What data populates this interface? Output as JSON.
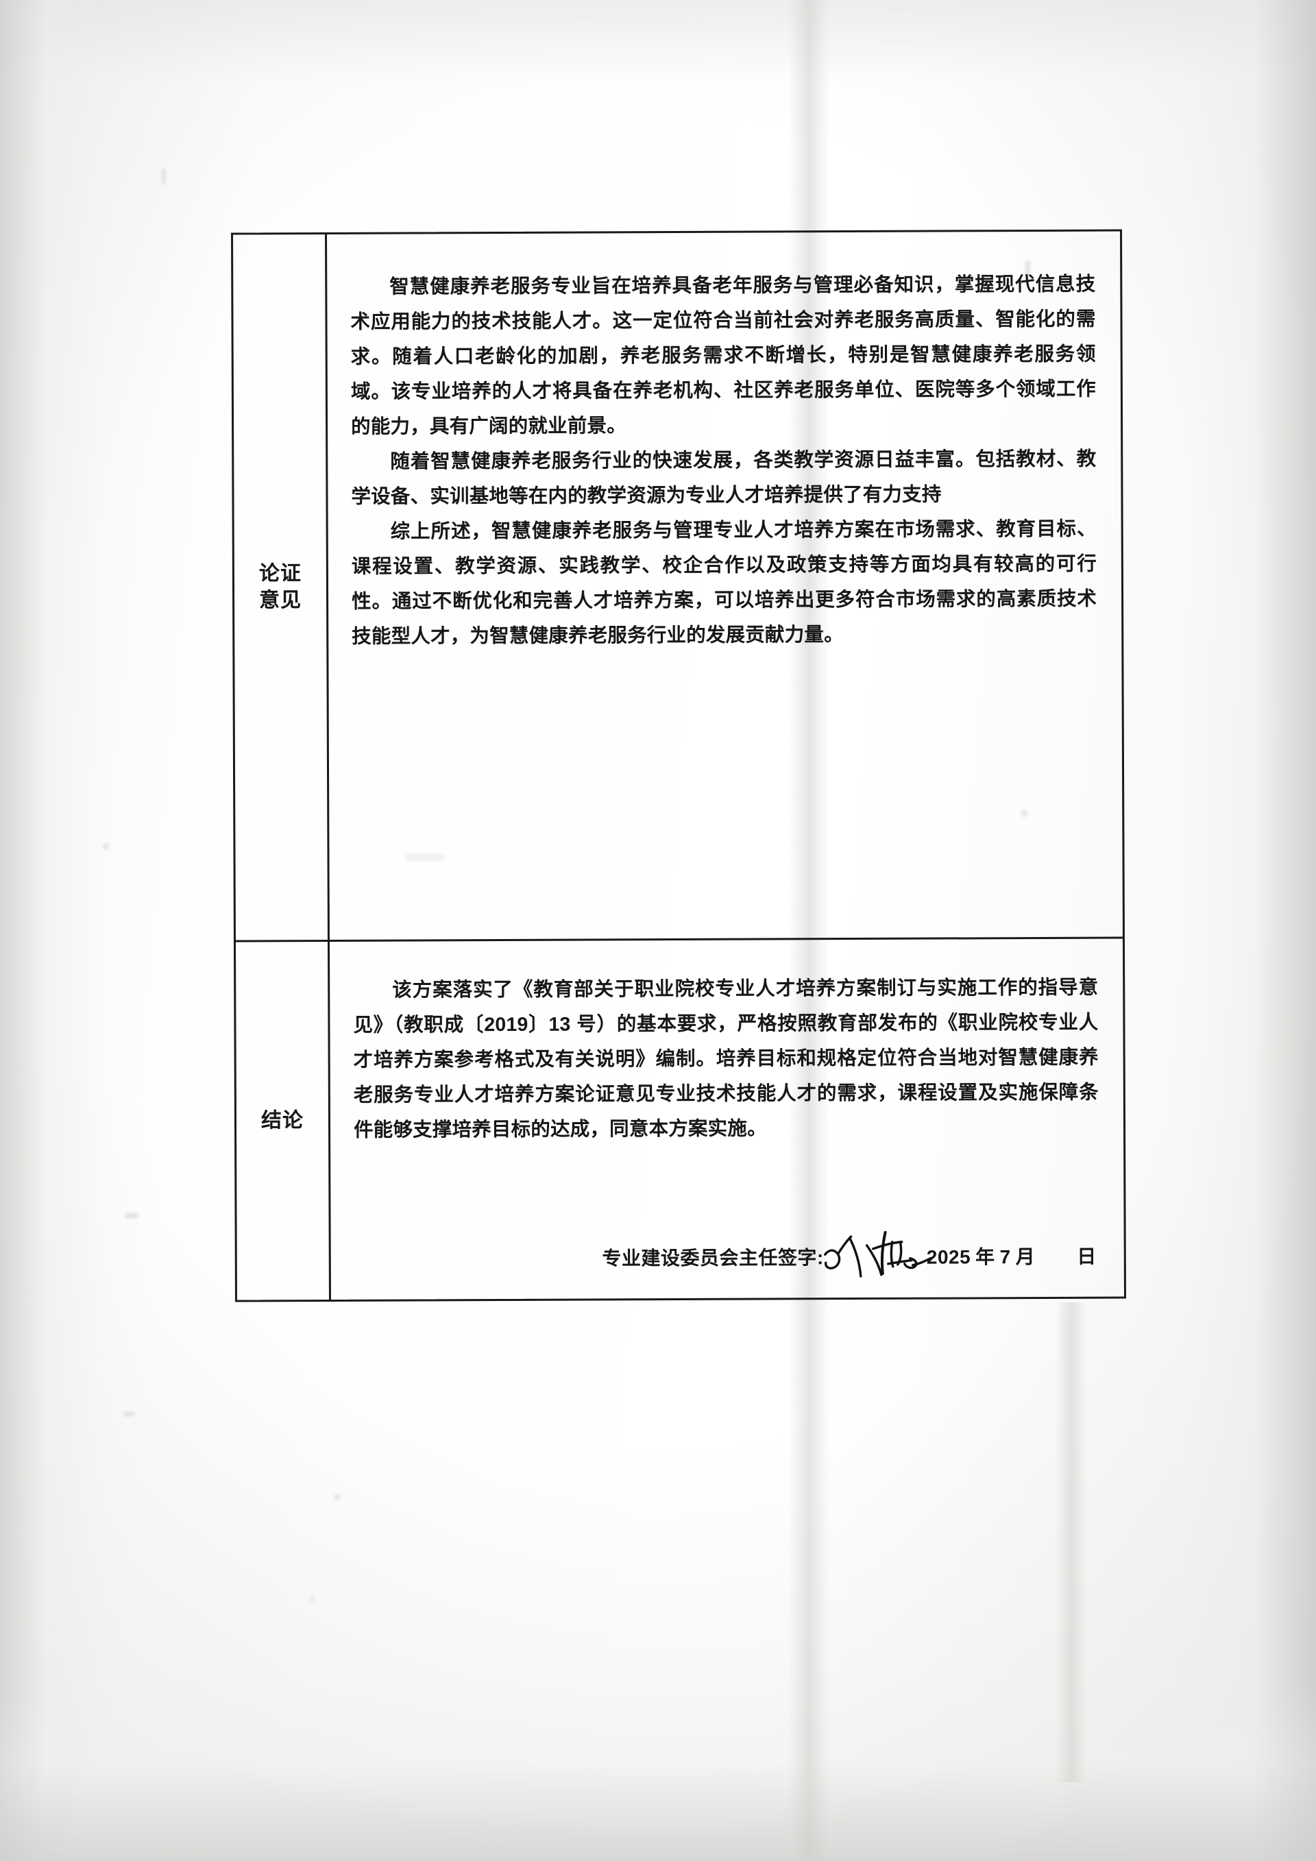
{
  "document": {
    "type": "scanned-form-table",
    "rows": [
      {
        "key": "opinion",
        "label": "论证\n意见",
        "paragraphs": [
          "智慧健康养老服务专业旨在培养具备老年服务与管理必备知识，掌握现代信息技术应用能力的技术技能人才。这一定位符合当前社会对养老服务高质量、智能化的需求。随着人口老龄化的加剧，养老服务需求不断增长，特别是智慧健康养老服务领域。该专业培养的人才将具备在养老机构、社区养老服务单位、医院等多个领域工作的能力，具有广阔的就业前景。",
          "随着智慧健康养老服务行业的快速发展，各类教学资源日益丰富。包括教材、教学设备、实训基地等在内的教学资源为专业人才培养提供了有力支持",
          "综上所述，智慧健康养老服务与管理专业人才培养方案在市场需求、教育目标、课程设置、教学资源、实践教学、校企合作以及政策支持等方面均具有较高的可行性。通过不断优化和完善人才培养方案，可以培养出更多符合市场需求的高素质技术技能型人才，为智慧健康养老服务行业的发展贡献力量。"
        ]
      },
      {
        "key": "conclusion",
        "label": "结论",
        "paragraphs": [
          "该方案落实了《教育部关于职业院校专业人才培养方案制订与实施工作的指导意见》（教职成〔2019〕13 号）的基本要求，严格按照教育部发布的《职业院校专业人才培养方案参考格式及有关说明》编制。培养目标和规格定位符合当地对智慧健康养老服务专业人才培养方案论证意见专业技术技能人才的需求，课程设置及实施保障条件能够支撑培养目标的达成，同意本方案实施。"
        ],
        "signature": {
          "label": "专业建设委员会主任签字:",
          "handwritten_note": "handwritten-signature",
          "year": "2025",
          "year_unit": "年",
          "month": "7",
          "month_unit": "月",
          "day": "",
          "day_unit": "日"
        }
      }
    ]
  },
  "colors": {
    "ink": "#171719",
    "border": "#1a1a1a",
    "paper": "#fdfdfc"
  }
}
